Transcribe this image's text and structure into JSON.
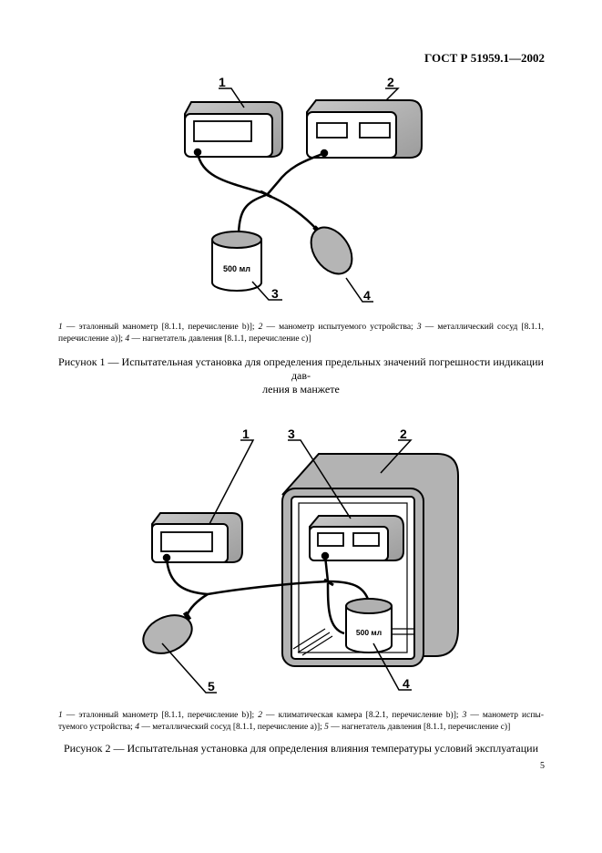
{
  "header": {
    "standard": "ГОСТ Р 51959.1—2002"
  },
  "figure1": {
    "labels": [
      "1",
      "2",
      "3",
      "4"
    ],
    "vessel_text": "500 мл",
    "legend": {
      "n1": "1",
      "t1": " — эталонный манометр [8.1.1, перечисление b)]; ",
      "n2": "2",
      "t2": " — манометр испытуемого устройства; ",
      "n3": "3",
      "t3": " — металлический сосуд [8.1.1, перечисление a)]; ",
      "n4": "4",
      "t4": " — нагнетатель давления [8.1.1, перечисление c)]"
    },
    "caption_line1": "Рисунок 1 — Испытательная установка для определения предельных значений погрешности индикации дав-",
    "caption_line2": "ления в манжете"
  },
  "figure2": {
    "labels": [
      "1",
      "2",
      "3",
      "4",
      "5"
    ],
    "vessel_text": "500 мл",
    "legend": {
      "n1": "1",
      "t1": " — эталонный манометр [8.1.1, перечисление b)]; ",
      "n2": "2",
      "t2": " — климатическая камера [8.2.1, перечисление b)]; ",
      "n3": "3",
      "t3": " — манометр испы­туемого устройства; ",
      "n4": "4",
      "t4": " — металлический сосуд [8.1.1, перечисление a)]; ",
      "n5": "5",
      "t5": " — нагнетатель давления [8.1.1, перечисление c)]"
    },
    "caption": "Рисунок 2 — Испытательная установка для определения влияния температуры условий эксплуатации"
  },
  "footer": {
    "page_number": "5"
  },
  "colors": {
    "device_fill": "#b8b8b8",
    "chamber_fill": "#b3b3b3",
    "ink": "#000000"
  }
}
